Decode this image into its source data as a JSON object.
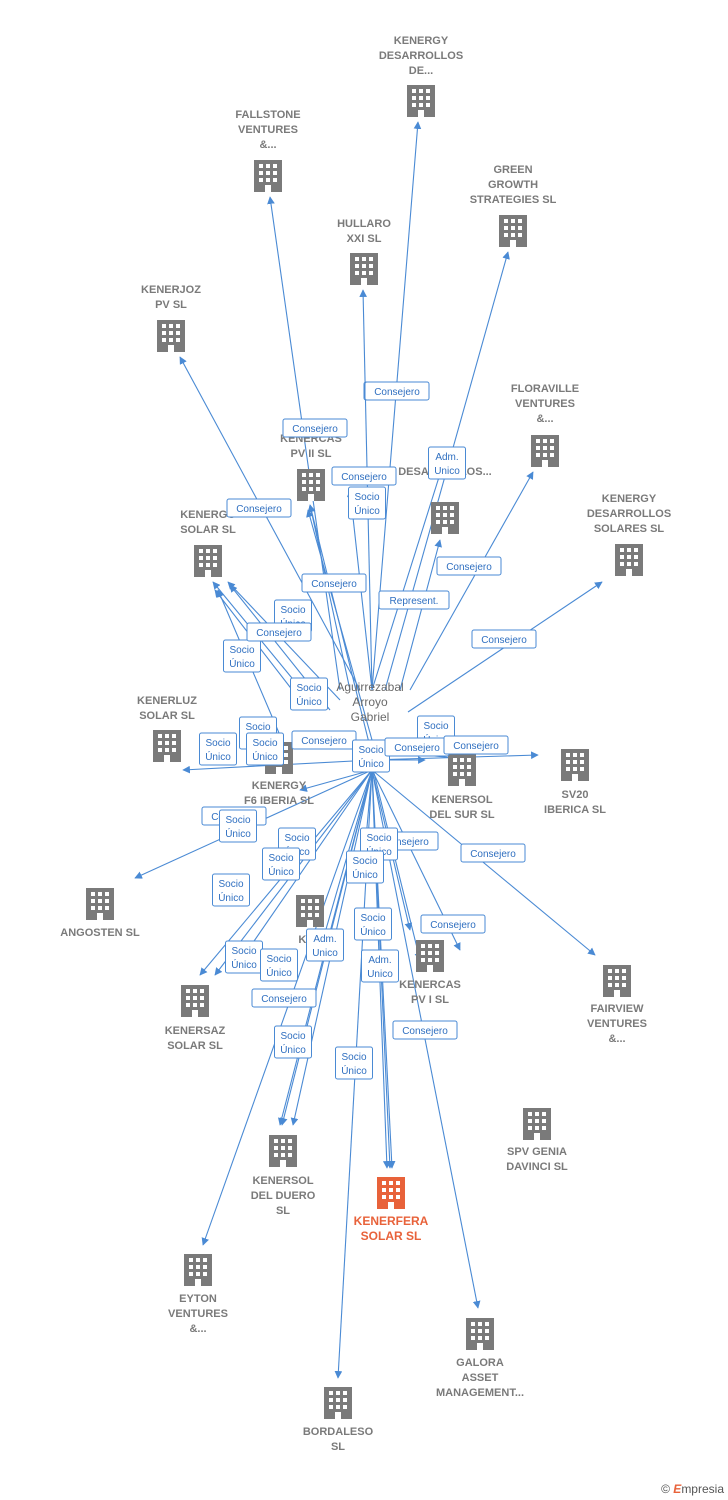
{
  "person": {
    "lines": [
      "Aguirrezabal",
      "Arroyo",
      "Gabriel"
    ]
  },
  "nodes": [
    {
      "id": "kenergy_desarrollos_de",
      "lines": [
        "KENERGY",
        "DESARROLLOS",
        "DE..."
      ]
    },
    {
      "id": "fallstone",
      "lines": [
        "FALLSTONE",
        "VENTURES",
        "&..."
      ]
    },
    {
      "id": "green_growth",
      "lines": [
        "GREEN",
        "GROWTH",
        "STRATEGIES  SL"
      ]
    },
    {
      "id": "hullaro",
      "lines": [
        "HULLARO",
        "XXI  SL"
      ]
    },
    {
      "id": "kenerjoz",
      "lines": [
        "KENERJOZ",
        "PV  SL"
      ]
    },
    {
      "id": "floraville",
      "lines": [
        "FLORAVILLE",
        "VENTURES",
        "&..."
      ]
    },
    {
      "id": "kenercas_pv2",
      "lines": [
        "KENERCAS",
        "PV II  SL"
      ]
    },
    {
      "id": "ke_desarrollos",
      "lines": [
        "KE",
        "DESARROLLOS..."
      ]
    },
    {
      "id": "kenergy_des_solares",
      "lines": [
        "KENERGY",
        "DESARROLLOS",
        "SOLARES  SL"
      ]
    },
    {
      "id": "kenergo_solar",
      "lines": [
        "KENERGO",
        "SOLAR  SL"
      ]
    },
    {
      "id": "kenerluz",
      "lines": [
        "KENERLUZ",
        "SOLAR  SL"
      ]
    },
    {
      "id": "kenergy_f6",
      "lines": [
        "KENERGY",
        "F6 IBERIA  SL"
      ]
    },
    {
      "id": "kenersol_sur",
      "lines": [
        "KENERSOL",
        "DEL SUR  SL"
      ]
    },
    {
      "id": "sv20",
      "lines": [
        "SV20",
        "IBERICA  SL"
      ]
    },
    {
      "id": "angosten",
      "lines": [
        "ANGOSTEN  SL"
      ]
    },
    {
      "id": "ken_mid",
      "lines": [
        "KEN"
      ]
    },
    {
      "id": "kenercas_pv1",
      "lines": [
        "KENERCAS",
        "PV I  SL"
      ]
    },
    {
      "id": "fairview",
      "lines": [
        "FAIRVIEW",
        "VENTURES",
        "&..."
      ]
    },
    {
      "id": "kenersaz",
      "lines": [
        "KENERSAZ",
        "SOLAR  SL"
      ]
    },
    {
      "id": "spv_genia",
      "lines": [
        "SPV GENIA",
        "DAVINCI  SL"
      ]
    },
    {
      "id": "kenersol_duero",
      "lines": [
        "KENERSOL",
        "DEL DUERO",
        "SL"
      ]
    },
    {
      "id": "kenerfera",
      "lines": [
        "KENERFERA",
        "SOLAR  SL"
      ],
      "focus": true
    },
    {
      "id": "eyton",
      "lines": [
        "EYTON",
        "VENTURES",
        "&..."
      ]
    },
    {
      "id": "galora",
      "lines": [
        "GALORA",
        "ASSET",
        "MANAGEMENT..."
      ]
    },
    {
      "id": "bordaleso",
      "lines": [
        "BORDALESO",
        "SL"
      ]
    }
  ],
  "edges": [
    {
      "lines": [
        "Consejero"
      ]
    },
    {
      "lines": [
        "Consejero"
      ]
    },
    {
      "lines": [
        "Consejero"
      ]
    },
    {
      "lines": [
        "Adm.",
        "Unico"
      ]
    },
    {
      "lines": [
        "Consejero"
      ]
    },
    {
      "lines": [
        "Socio",
        "Único"
      ]
    },
    {
      "lines": [
        "Consejero"
      ]
    },
    {
      "lines": [
        "Consejero"
      ]
    },
    {
      "lines": [
        "Consejero"
      ]
    },
    {
      "lines": [
        "Represent."
      ]
    },
    {
      "lines": [
        "Socio",
        "Único"
      ]
    },
    {
      "lines": [
        "Consejero"
      ]
    },
    {
      "lines": [
        "Socio",
        "Único"
      ]
    },
    {
      "lines": [
        "Consejero"
      ]
    },
    {
      "lines": [
        "Socio",
        "Único"
      ]
    },
    {
      "lines": [
        "Socio",
        "Único"
      ]
    },
    {
      "lines": [
        "Socio",
        "Único"
      ]
    },
    {
      "lines": [
        "Socio",
        "Único"
      ]
    },
    {
      "lines": [
        "Consejero"
      ]
    },
    {
      "lines": [
        "Socio",
        "Único"
      ]
    },
    {
      "lines": [
        "Socio",
        "Único"
      ]
    },
    {
      "lines": [
        "Consejero"
      ]
    },
    {
      "lines": [
        "Consejero"
      ]
    },
    {
      "lines": [
        "Consejero"
      ]
    },
    {
      "lines": [
        "Socio",
        "Único"
      ]
    },
    {
      "lines": [
        "Socio",
        "Único"
      ]
    },
    {
      "lines": [
        "Consejero"
      ]
    },
    {
      "lines": [
        "Socio",
        "Único"
      ]
    },
    {
      "lines": [
        "Socio",
        "Único"
      ]
    },
    {
      "lines": [
        "Socio",
        "Único"
      ]
    },
    {
      "lines": [
        "Consejero"
      ]
    },
    {
      "lines": [
        "Socio",
        "Único"
      ]
    },
    {
      "lines": [
        "Adm.",
        "Unico"
      ]
    },
    {
      "lines": [
        "Consejero"
      ]
    },
    {
      "lines": [
        "Socio",
        "Único"
      ]
    },
    {
      "lines": [
        "Socio",
        "Único"
      ]
    },
    {
      "lines": [
        "Adm.",
        "Unico"
      ]
    },
    {
      "lines": [
        "Consejero"
      ]
    },
    {
      "lines": [
        "Consejero"
      ]
    },
    {
      "lines": [
        "Socio",
        "Único"
      ]
    },
    {
      "lines": [
        "Socio",
        "Único"
      ]
    },
    {
      "lines": [
        "Socio",
        "Único"
      ]
    }
  ],
  "footer": {
    "copyright": "©",
    "brand_initial": "E",
    "brand_rest": "mpresia"
  },
  "colors": {
    "edge": "#4a8ad4",
    "building": "#7a7a7a",
    "focus": "#e8623a"
  }
}
